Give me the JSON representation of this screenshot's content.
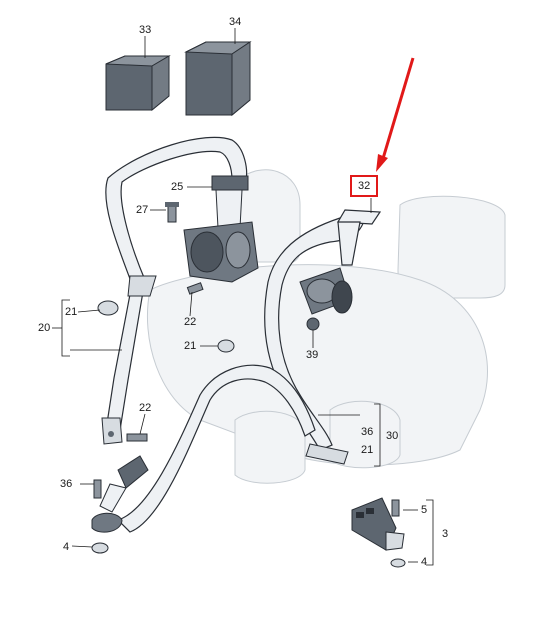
{
  "callouts": {
    "c33": "33",
    "c34": "34",
    "c32": "32",
    "c25": "25",
    "c27": "27",
    "c21a": "21",
    "c20": "20",
    "c22a": "22",
    "c21b": "21",
    "c39": "39",
    "c22b": "22",
    "c36a": "36",
    "c30": "30",
    "c21c": "21",
    "c36b": "36",
    "c4a": "4",
    "c5": "5",
    "c3": "3",
    "c4b": "4"
  },
  "colors": {
    "highlight": "#e11919",
    "part_fill": "#eef1f4",
    "part_stroke": "#2a2f36",
    "dark_part": "#5d6670",
    "seat_fill": "#f2f4f6",
    "seat_stroke": "#c6ccd2"
  },
  "icons": {
    "arrow": "red-pointer-arrow"
  }
}
